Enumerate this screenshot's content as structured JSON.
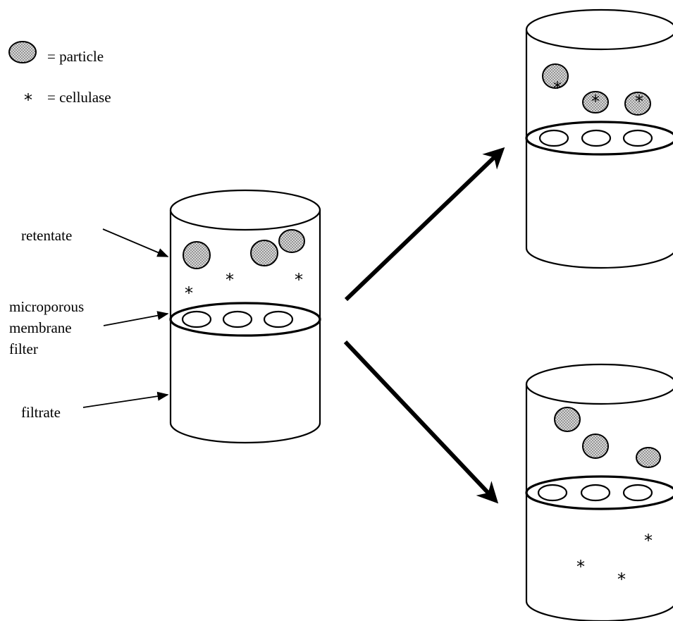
{
  "legend": {
    "particle_label": "= particle",
    "cellulase_symbol": "*",
    "cellulase_label": "= cellulase"
  },
  "labels": {
    "retentate": "retentate",
    "membrane_line1": "microporous",
    "membrane_line2": "membrane",
    "membrane_line3": "filter",
    "filtrate": "filtrate"
  },
  "cellulase_symbol": "*",
  "colors": {
    "line": "#000000",
    "particle_fill": "#b3b3b3",
    "background": "#ffffff"
  },
  "icons": {
    "particle": "stippled-circle",
    "cellulase": "asterisk"
  }
}
